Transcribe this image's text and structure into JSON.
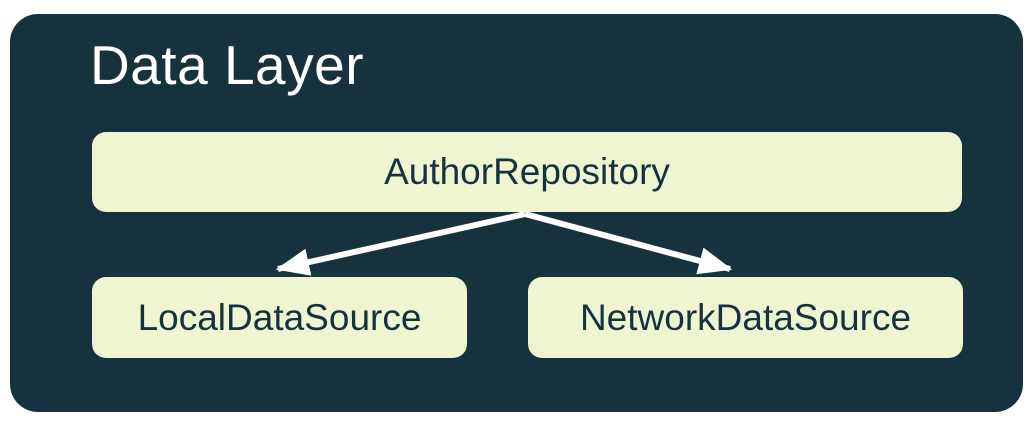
{
  "diagram": {
    "title": "Data Layer",
    "nodes": [
      {
        "id": "author-repository",
        "label": "AuthorRepository"
      },
      {
        "id": "local-data-source",
        "label": "LocalDataSource"
      },
      {
        "id": "network-data-source",
        "label": "NetworkDataSource"
      }
    ],
    "edges": [
      {
        "from": "author-repository",
        "to": "local-data-source"
      },
      {
        "from": "author-repository",
        "to": "network-data-source"
      }
    ],
    "colors": {
      "canvas_background": "#FFFFFF",
      "card_background": "#17323F",
      "node_background": "#EFF5D1",
      "node_text": "#17323F",
      "title_text": "#FFFFFF",
      "arrow": "#FFFFFF"
    }
  }
}
